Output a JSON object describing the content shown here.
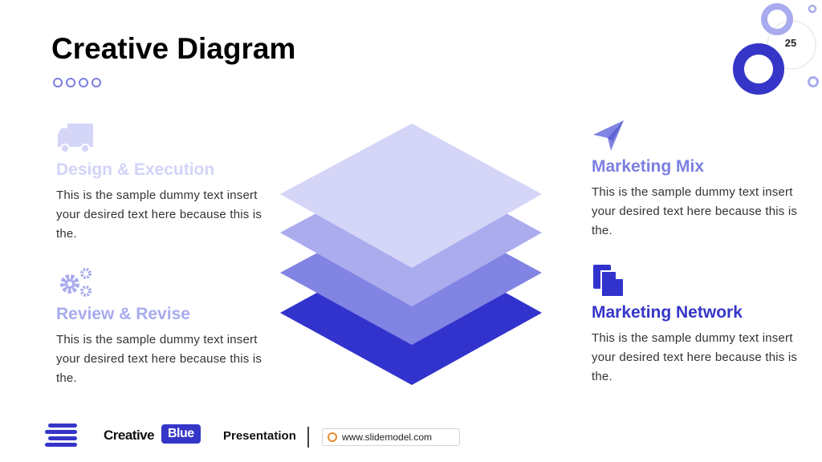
{
  "slide": {
    "title": "Creative Diagram",
    "page_number": "25"
  },
  "colors": {
    "level1": "#d4d5f7",
    "level2": "#aaacee",
    "level3": "#8184e2",
    "level4": "#3233cc",
    "accent": "#3536c8"
  },
  "items": [
    {
      "title": "Design & Execution",
      "icon": "truck-icon",
      "body": "This is the sample dummy text insert your desired text here because this is the."
    },
    {
      "title": "Review & Revise",
      "icon": "gears-icon",
      "body": "This is the sample dummy text insert your desired text here because this is the."
    },
    {
      "title": "Marketing Mix",
      "icon": "paper-plane-icon",
      "body": "This is the sample dummy text insert your desired text here because this is the."
    },
    {
      "title": "Marketing Network",
      "icon": "documents-icon",
      "body": "This is the sample dummy text insert your desired text here because this is the."
    }
  ],
  "footer": {
    "brand_part1": "Creative",
    "brand_part2": "Blue",
    "label": "Presentation",
    "url": "www.slidemodel.com"
  }
}
